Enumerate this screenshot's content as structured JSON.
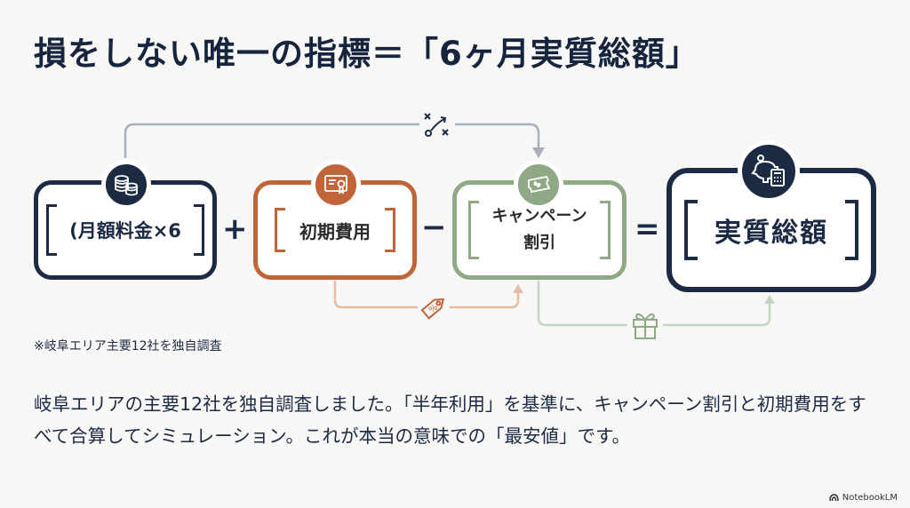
{
  "title": "損をしない唯一の指標＝「6ヶ月実質総額」",
  "formula": {
    "monthly_fee": "(月額料金×6",
    "plus": "+",
    "initial_cost": "初期費用",
    "minus": "−",
    "campaign_line1": "キャンペーン",
    "campaign_line2": "割引",
    "equals": "=",
    "total": "実質総額"
  },
  "icons": {
    "monthly_fee": "coin-stack-icon",
    "initial_cost": "contract-document-icon",
    "campaign": "discount-ticket-icon",
    "total": "piggy-bank-calculator-icon",
    "strategy": "strategy-play-icon",
    "tag": "price-tag-icon",
    "gift": "gift-icon"
  },
  "colors": {
    "navy": "#1c2a44",
    "orange": "#c0653a",
    "green": "#8fa886"
  },
  "note": "※岐阜エリア主要12社を独自調査",
  "body": "岐阜エリアの主要12社を独自調査しました。「半年利用」を基準に、キャンペーン割引と初期費用をすべて合算してシミュレーション。これが本当の意味での「最安値」です。",
  "badge": "NotebookLM"
}
